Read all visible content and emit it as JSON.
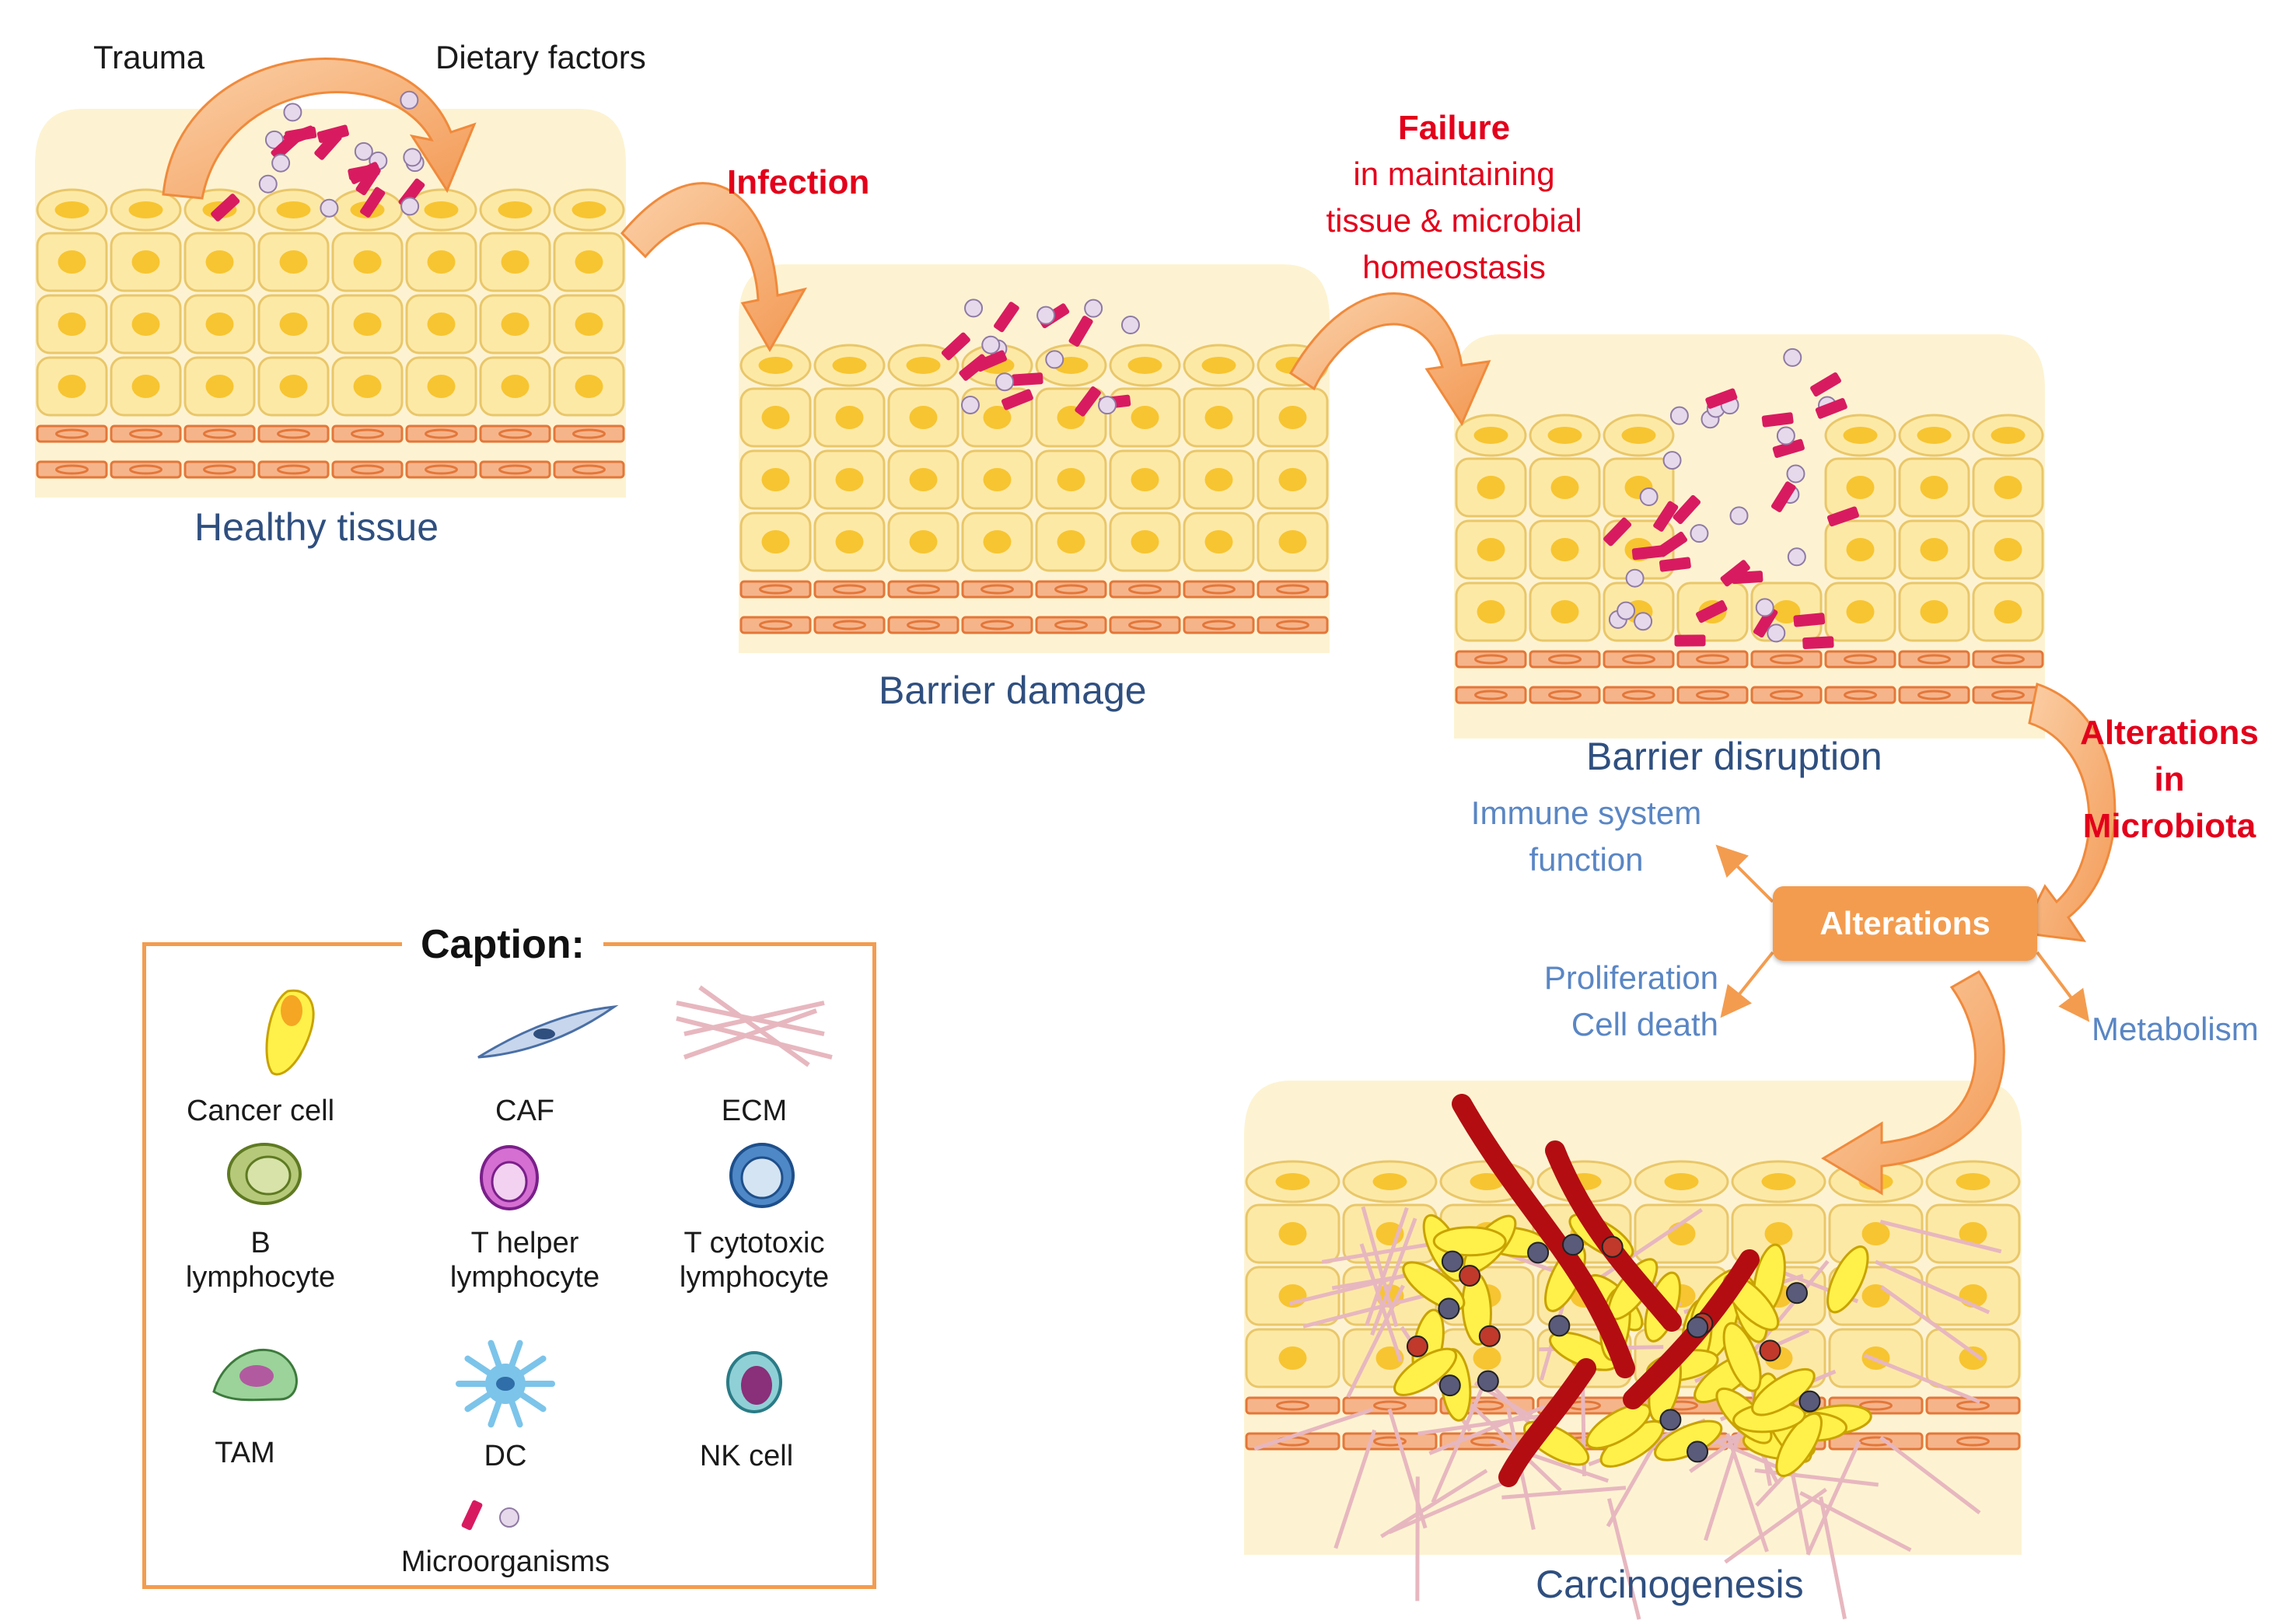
{
  "top_labels": {
    "trauma": "Trauma",
    "dietary": "Dietary factors"
  },
  "stages": {
    "healthy": "Healthy tissue",
    "damage": "Barrier damage",
    "disruption": "Barrier disruption",
    "carcinogenesis": "Carcinogenesis"
  },
  "transitions": {
    "infection": "Infection",
    "failure_title": "Failure",
    "failure_lines": [
      "in maintaining",
      "tissue & microbial",
      "homeostasis"
    ],
    "microbiota_lines": [
      "Alterations",
      "in",
      "Microbiota"
    ]
  },
  "alterations": {
    "box_label": "Alterations",
    "immune_lines": [
      "Immune system",
      "function"
    ],
    "proliferation": "Proliferation",
    "cell_death": "Cell death",
    "metabolism": "Metabolism"
  },
  "caption": {
    "title": "Caption:",
    "items": [
      {
        "label": "Cancer cell",
        "icon": "cancer-cell-icon"
      },
      {
        "label": "CAF",
        "icon": "caf-icon"
      },
      {
        "label": "ECM",
        "icon": "ecm-icon"
      },
      {
        "label": "B\nlymphocyte",
        "icon": "b-lymphocyte-icon"
      },
      {
        "label": "T helper\nlymphocyte",
        "icon": "t-helper-icon"
      },
      {
        "label": "T cytotoxic\nlymphocyte",
        "icon": "t-cytotoxic-icon"
      },
      {
        "label": "TAM",
        "icon": "tam-icon"
      },
      {
        "label": "DC",
        "icon": "dc-icon"
      },
      {
        "label": "NK cell",
        "icon": "nk-cell-icon"
      },
      {
        "label": "Microorganisms",
        "icon": "microorganisms-icon"
      }
    ]
  },
  "colors": {
    "cell_fill": "#fde9a6",
    "cell_stroke": "#e9c76a",
    "nucleus": "#f7c531",
    "lumen": "#fdf3d2",
    "basal_fill": "#f6b48a",
    "basal_stroke": "#e3773a",
    "arrow": "#f6a867",
    "bacteria_rod": "#d81b60",
    "bacteria_cocci": "#e7d9ec",
    "title_red": "#e3001b",
    "tissue_blue": "#2f4f7f",
    "effect_blue": "#5a86c4",
    "alterations_box": "#f39c4f",
    "vessel": "#b30d12"
  }
}
